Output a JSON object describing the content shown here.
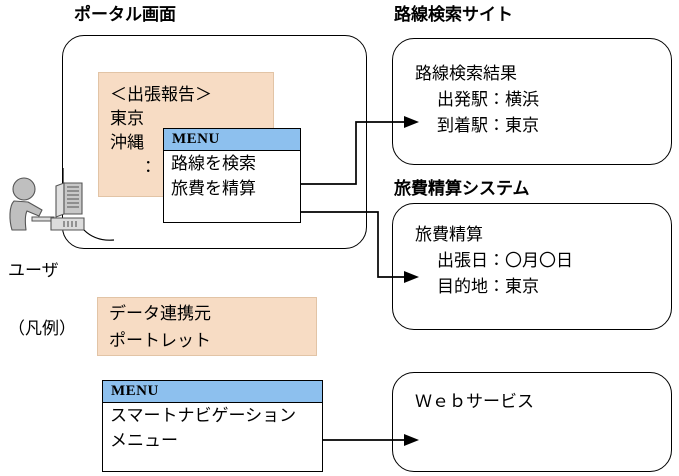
{
  "diagram": {
    "headings": {
      "portal": "ポータル画面",
      "route_search_site": "路線検索サイト",
      "expense_system": "旅費精算システム"
    },
    "user": {
      "label": "ユーザ",
      "icon": "user-at-computer-icon"
    },
    "portlet": {
      "title": "＜出張報告＞",
      "lines": [
        "東京",
        "沖縄",
        "："
      ]
    },
    "portal_menu": {
      "title": "MENU",
      "items": [
        "路線を検索",
        "旅費を精算"
      ]
    },
    "route_search_box": {
      "title": "路線検索結果",
      "rows": [
        "出発駅：横浜",
        "到着駅：東京"
      ]
    },
    "expense_box": {
      "title": "旅費精算",
      "rows": [
        "出張日：〇月〇日",
        "目的地：東京"
      ]
    },
    "legend": {
      "label": "（凡例）",
      "swatch_lines": [
        "データ連携元",
        "ポートレット"
      ]
    },
    "bottom_menu": {
      "title": "MENU",
      "items": [
        "スマートナビゲーション",
        "メニュー"
      ]
    },
    "web_service_box": {
      "title": "Ｗｅｂサービス"
    },
    "colors": {
      "portlet_fill": "#F7DCC4",
      "menu_title_fill": "#8DC0EE",
      "stroke": "#000000",
      "background": "#FFFFFF"
    }
  }
}
